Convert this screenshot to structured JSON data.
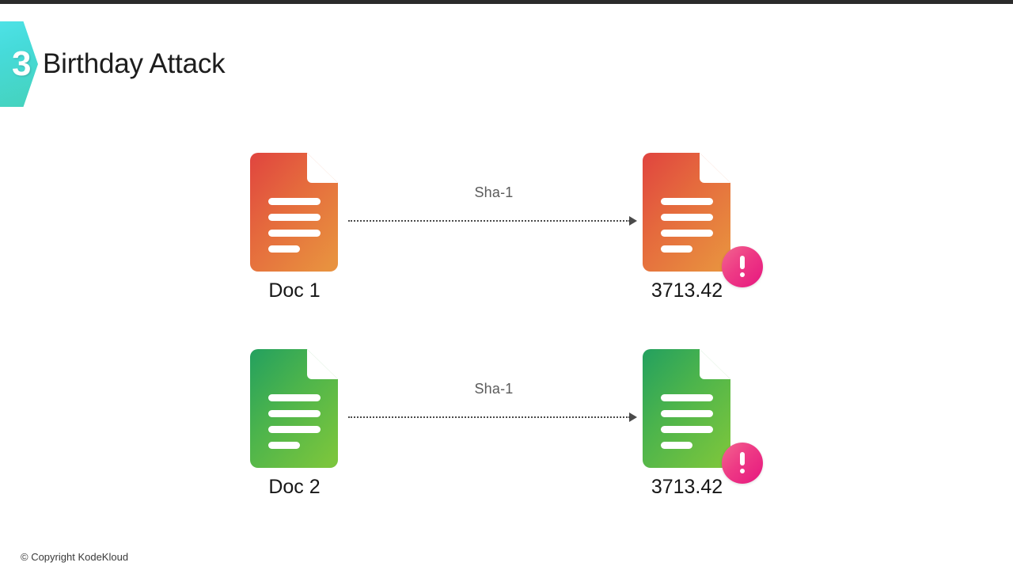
{
  "slide": {
    "step_number": "3",
    "title": "Birthday Attack",
    "footer": "© Copyright KodeKloud"
  },
  "colors": {
    "badge_teal_start": "#4fe3e8",
    "badge_teal_end": "#45d2bc",
    "doc_red_start": "#e0443f",
    "doc_orange_end": "#e8913f",
    "doc_green_start": "#2ba05a",
    "doc_lime_end": "#7ac53d",
    "warning_pink_start": "#f2678f",
    "warning_magenta_end": "#e6177f",
    "line_gray": "#4a4a4a",
    "label_gray": "#5b5b5b",
    "text_dark": "#171717",
    "top_bar": "#2b2b2b"
  },
  "rows": [
    {
      "id": "row-doc1",
      "source": {
        "icon": "document-icon",
        "color_scheme": "red-orange",
        "label": "Doc 1"
      },
      "connector": {
        "icon": "dotted-arrow-right-icon",
        "label": "Sha-1"
      },
      "result": {
        "icon": "document-icon",
        "color_scheme": "red-orange",
        "hash": "3713.42",
        "badge": "warning-exclamation-icon"
      }
    },
    {
      "id": "row-doc2",
      "source": {
        "icon": "document-icon",
        "color_scheme": "green-lime",
        "label": "Doc 2"
      },
      "connector": {
        "icon": "dotted-arrow-right-icon",
        "label": "Sha-1"
      },
      "result": {
        "icon": "document-icon",
        "color_scheme": "green-lime",
        "hash": "3713.42",
        "badge": "warning-exclamation-icon"
      }
    }
  ]
}
